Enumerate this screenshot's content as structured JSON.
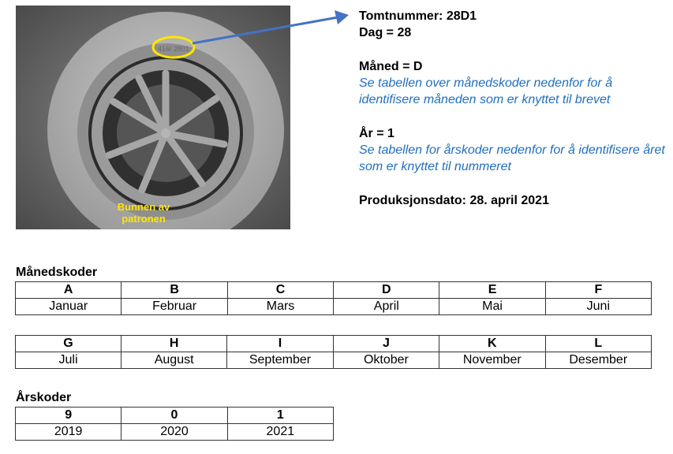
{
  "photo": {
    "caption": "Bunnen av patronen",
    "imprint": "416/ 2801"
  },
  "info": {
    "lot_line": "Tomtnummer: 28D1",
    "day_line": "Dag = 28",
    "month_line": "Måned = D",
    "month_hint": "Se tabellen over månedskoder nedenfor for å identifisere måneden som er knyttet til brevet",
    "year_line": "År = 1",
    "year_hint": "Se tabellen for årskoder nedenfor for å identifisere året som er knyttet til nummeret",
    "production_line": "Produksjonsdato: 28. april 2021"
  },
  "month_codes": {
    "title": "Månedskoder",
    "row1_codes": [
      "A",
      "B",
      "C",
      "D",
      "E",
      "F"
    ],
    "row1_months": [
      "Januar",
      "Februar",
      "Mars",
      "April",
      "Mai",
      "Juni"
    ],
    "row2_codes": [
      "G",
      "H",
      "I",
      "J",
      "K",
      "L"
    ],
    "row2_months": [
      "Juli",
      "August",
      "September",
      "Oktober",
      "November",
      "Desember"
    ]
  },
  "year_codes": {
    "title": "Årskoder",
    "codes": [
      "9",
      "0",
      "1"
    ],
    "years": [
      "2019",
      "2020",
      "2021"
    ]
  },
  "colors": {
    "hint_text": "#1f6fbf",
    "arrow": "#4472c4",
    "highlight_ring": "#ffe600"
  }
}
